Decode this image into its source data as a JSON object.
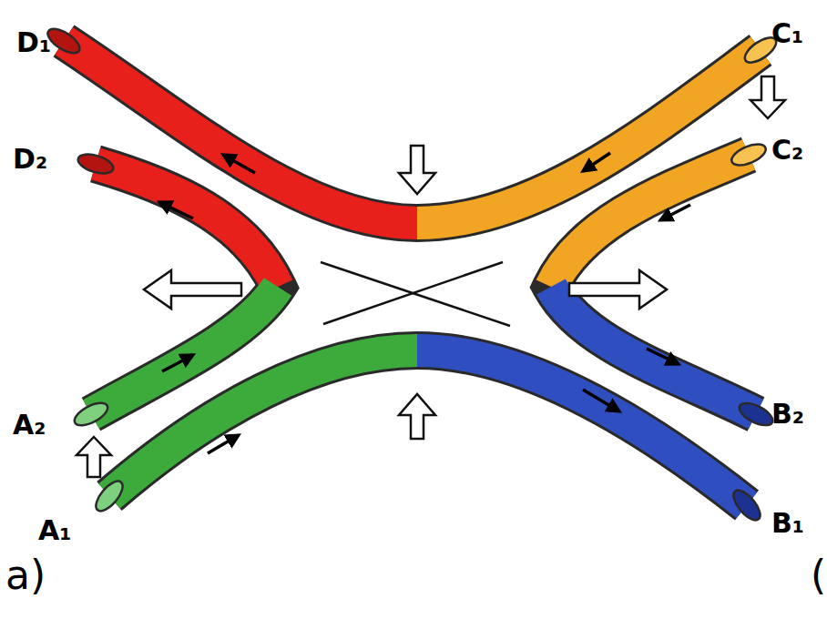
{
  "diagram": {
    "labels": [
      "D₁",
      "D₂",
      "C₁",
      "C₂",
      "A₂",
      "A₁",
      "B₂",
      "B₁",
      "a)",
      "("
    ]
  }
}
